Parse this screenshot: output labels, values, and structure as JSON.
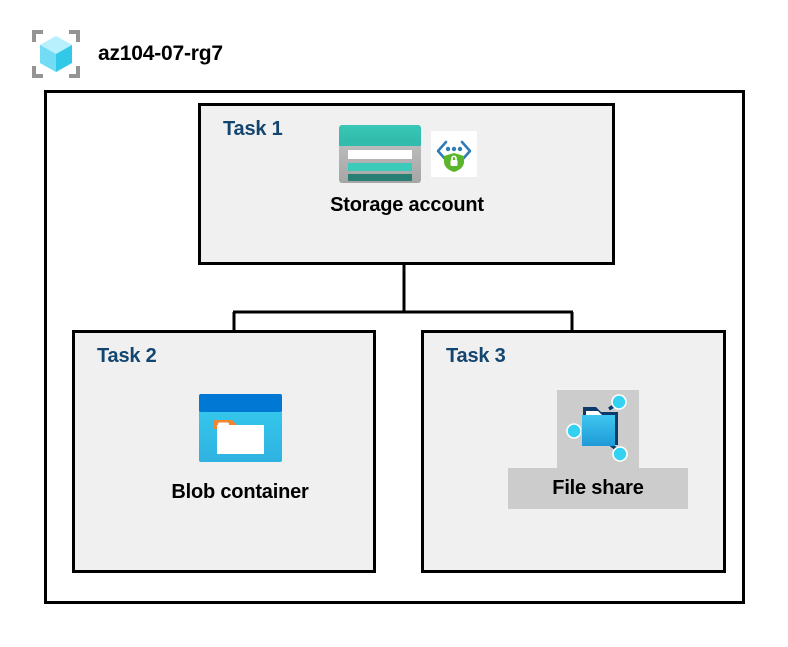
{
  "header": {
    "resource_group_name": "az104-07-rg7",
    "icon": "resource-group-icon"
  },
  "diagram": {
    "type": "hierarchy",
    "root": "az104-07-rg7",
    "boundary_label": "",
    "tasks": [
      {
        "id": "task1",
        "label": "Task 1",
        "node_caption": "Storage account",
        "icons": [
          "storage-account-icon",
          "secure-endpoint-shield-icon"
        ],
        "highlighted": false
      },
      {
        "id": "task2",
        "label": "Task 2",
        "node_caption": "Blob container",
        "icons": [
          "blob-container-icon"
        ],
        "highlighted": false
      },
      {
        "id": "task3",
        "label": "Task 3",
        "node_caption": "File share",
        "icons": [
          "file-share-icon"
        ],
        "highlighted": true
      }
    ],
    "connections": [
      {
        "from": "task1",
        "to": "task2"
      },
      {
        "from": "task1",
        "to": "task3"
      }
    ]
  },
  "colors": {
    "task_label": "#12456f",
    "task_box_fill": "#f0f0f0",
    "outline": "#000000",
    "highlight_fill": "#cccccc",
    "storage_teal": "#32bcad",
    "storage_teal_dark": "#2a7f74",
    "blob_blue": "#0078d4",
    "blob_cyan": "#32c8f0",
    "blob_orange": "#f08632",
    "fileshare_blue": "#32b4e6",
    "fileshare_node": "#32d2f0",
    "shield_green": "#5ab52a",
    "rg_cube_cyan": "#50e6ff",
    "rg_bracket_gray": "#949494"
  }
}
